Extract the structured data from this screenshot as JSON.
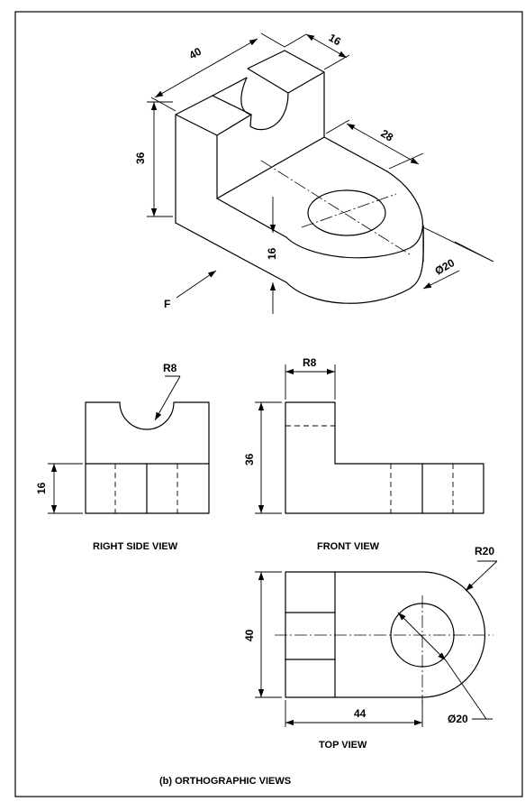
{
  "isometric": {
    "dims": {
      "width": "40",
      "top_thick": "16",
      "height": "36",
      "base_len": "28",
      "base_thick": "16",
      "hole_dia": "Ø20"
    },
    "view_arrow": "F"
  },
  "views": {
    "right_side": {
      "title": "RIGHT SIDE VIEW",
      "radius": "R8",
      "height": "16"
    },
    "front": {
      "title": "FRONT VIEW",
      "radius": "R8",
      "height": "36"
    },
    "top": {
      "title": "TOP VIEW",
      "radius": "R20",
      "width": "40",
      "length": "44",
      "hole_dia": "Ø20"
    }
  },
  "caption": "(b) ORTHOGRAPHIC VIEWS"
}
